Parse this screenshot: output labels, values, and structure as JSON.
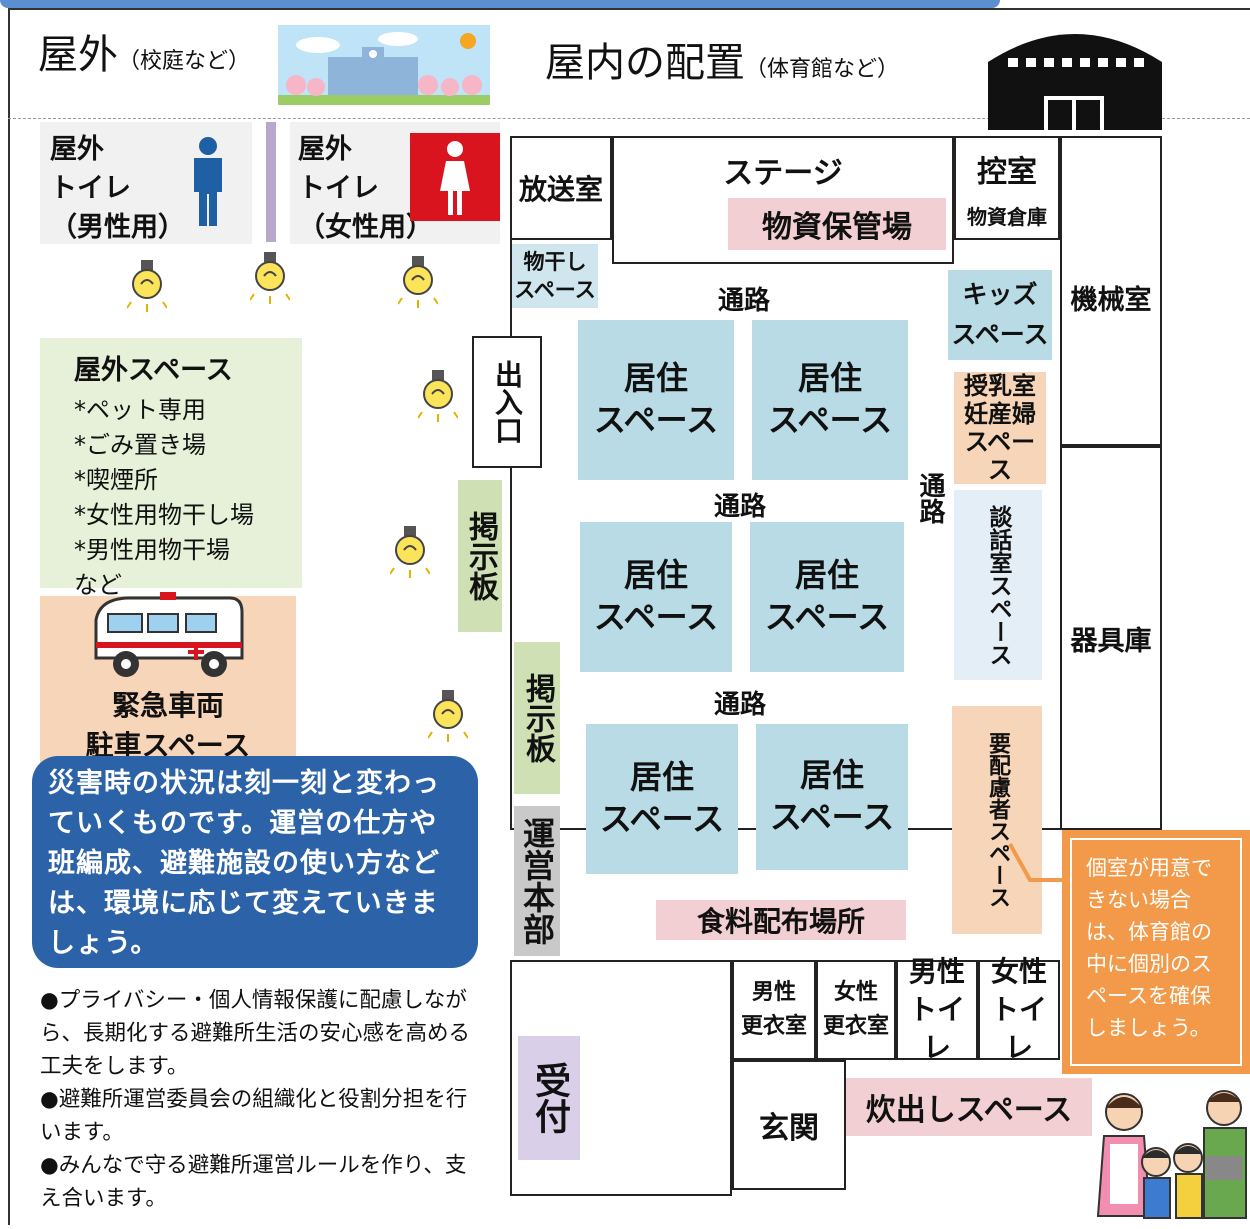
{
  "header": {
    "outdoor_title": "屋外",
    "outdoor_sub": "（校庭など）",
    "indoor_title": "屋内の配置",
    "indoor_sub": "（体育館など）"
  },
  "outdoor": {
    "toilet_male_lines": [
      "屋外",
      "トイレ",
      "（男性用）"
    ],
    "toilet_female_lines": [
      "屋外",
      "トイレ",
      "（女性用）"
    ],
    "space_title": "屋外スペース",
    "space_items": [
      "*ペット専用",
      "*ごみ置き場",
      "*喫煙所",
      "*女性用物干し場",
      "*男性用物干場",
      "など"
    ],
    "emergency_lines": [
      "緊急車両",
      "駐車スペース"
    ],
    "message": "災害時の状況は刻一刻と変わっていくものです。運営の仕方や班編成、避難施設の使い方などは、環境に応じて変えていきましょう。",
    "notes": [
      "●プライバシー・個人情報保護に配慮しながら、長期化する避難所生活の安心感を高める工夫をします。",
      "●避難所運営委員会の組織化と役割分担を行います。",
      "●みんなで守る避難所運営ルールを作り、支え合います。"
    ]
  },
  "indoor": {
    "broadcast": "放送室",
    "stage": "ステージ",
    "storage": "物資保管場",
    "waiting_room": "控室",
    "supply_warehouse": "物資倉庫",
    "machine_room": "機械室",
    "equipment_room": "器具庫",
    "drying_space": "物干し\nスペース",
    "passage": "通路",
    "entrance": "出入口",
    "board": "掲示板",
    "kids_space": "キッズ\nスペース",
    "nursing_space": "授乳室\n妊産婦\nスペース",
    "lounge_space": "談話室スペース",
    "care_space": "要配慮者スペース",
    "living_space": "居住\nスペース",
    "hq": "運営本部",
    "food_distribution": "食料配布場所",
    "reception": "受付",
    "male_changing": "男性\n更衣室",
    "female_changing": "女性\n更衣室",
    "male_toilet": "男性\nトイレ",
    "female_toilet": "女性\nトイレ",
    "front_entrance": "玄関",
    "cooking_space": "炊出しスペース",
    "private_room_note": "個室が用意できない場合は、体育館の中に個別のスペースを確保しましょう。"
  },
  "colors": {
    "green": "#e7f1d9",
    "blue": "#b9dbe5",
    "pink": "#f2cfd3",
    "orange": "#f7d5b8",
    "navy_message": "#2c63a8",
    "accent_orange": "#f39a4a",
    "toilet_red": "#d9141e",
    "toilet_blue": "#1f5fa3"
  },
  "icons": [
    "school-icon",
    "gym-icon",
    "male-icon",
    "female-icon",
    "light-bulb-icon",
    "ambulance-icon",
    "family-icon"
  ]
}
